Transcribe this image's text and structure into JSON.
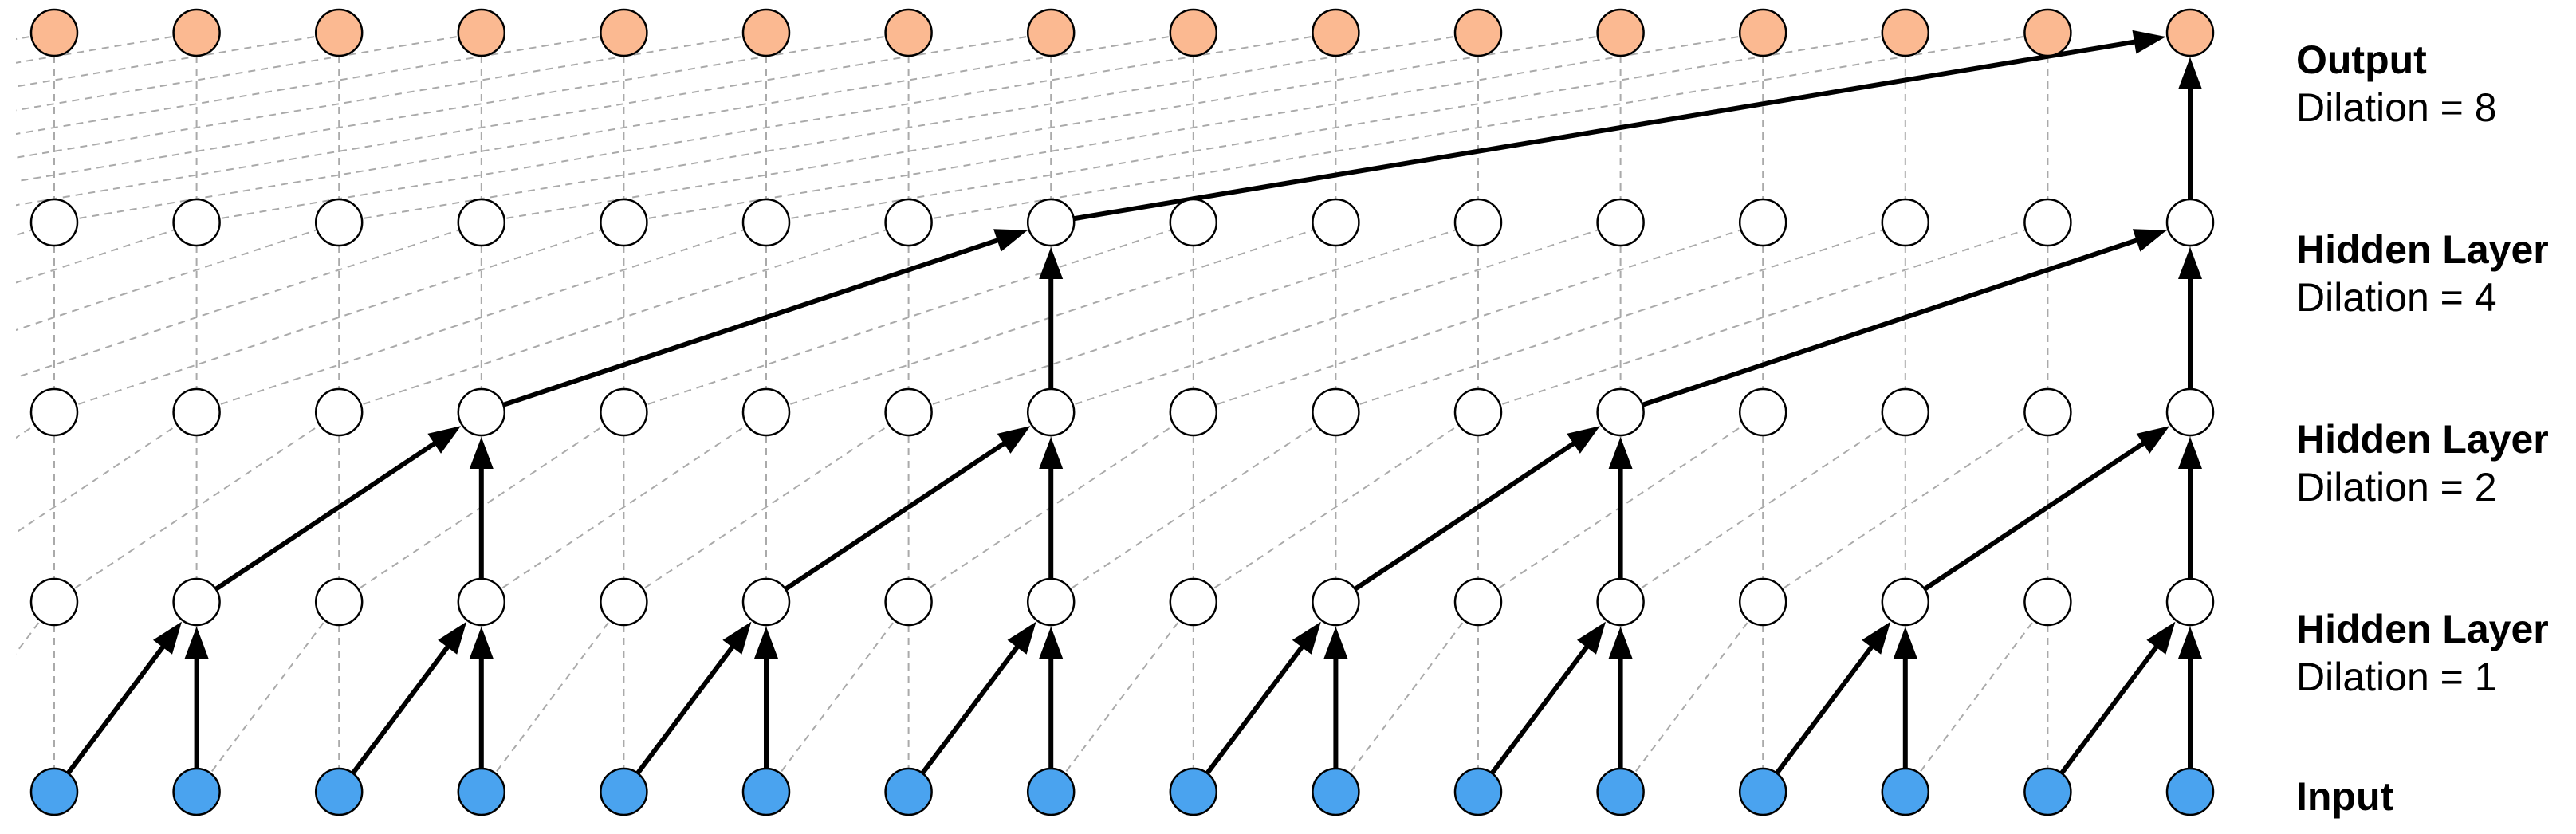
{
  "layers": [
    {
      "name": "Output",
      "dilation_text": "Dilation = 8",
      "fill": "#fbb991"
    },
    {
      "name": "Hidden Layer",
      "dilation_text": "Dilation = 4",
      "fill": "#ffffff"
    },
    {
      "name": "Hidden Layer",
      "dilation_text": "Dilation = 2",
      "fill": "#ffffff"
    },
    {
      "name": "Hidden Layer",
      "dilation_text": "Dilation = 1",
      "fill": "#ffffff"
    },
    {
      "name": "Input",
      "dilation_text": "",
      "fill": "#4aa3ef"
    }
  ],
  "units_per_layer": 16,
  "dilations": [
    1,
    2,
    4,
    8
  ],
  "colors": {
    "edge": "#000000",
    "grid_line": "#aaaaaa",
    "node_stroke": "#000000"
  }
}
